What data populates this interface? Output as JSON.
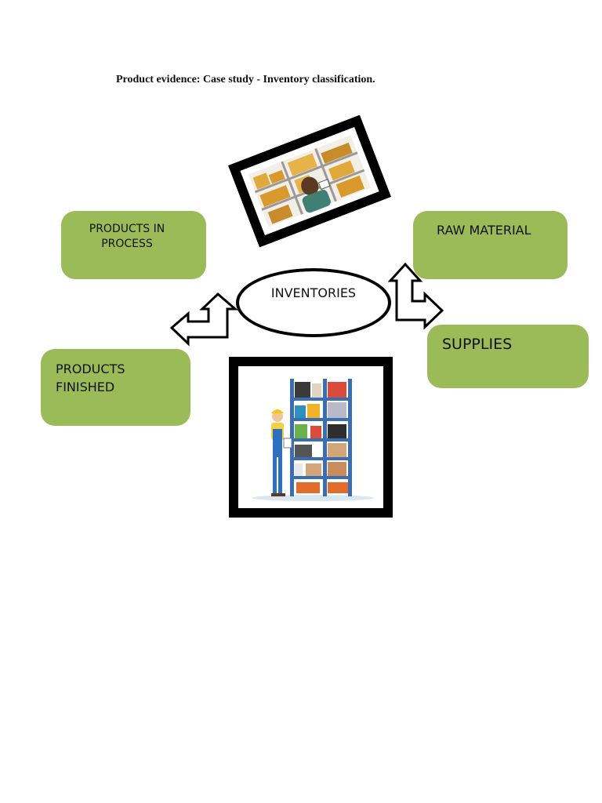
{
  "document": {
    "title": "Product evidence: Case study - Inventory classification."
  },
  "diagram": {
    "center": {
      "label": "INVENTORIES"
    },
    "nodes": {
      "products_in_process": "PRODUCTS IN\nPROCESS",
      "raw_material": "RAW MATERIAL",
      "supplies": "SUPPLIES",
      "products_finished": "PRODUCTS\nFINISHED"
    },
    "colors": {
      "box_fill": "#9bbb59",
      "outline": "#000000"
    },
    "icons": {
      "top_image": "warehouse-worker-shelves-image",
      "bottom_image": "worker-with-clipboard-at-shelf-image",
      "left_arrow": "bent-double-arrow-left-icon",
      "right_arrow": "bent-double-arrow-right-icon"
    }
  }
}
